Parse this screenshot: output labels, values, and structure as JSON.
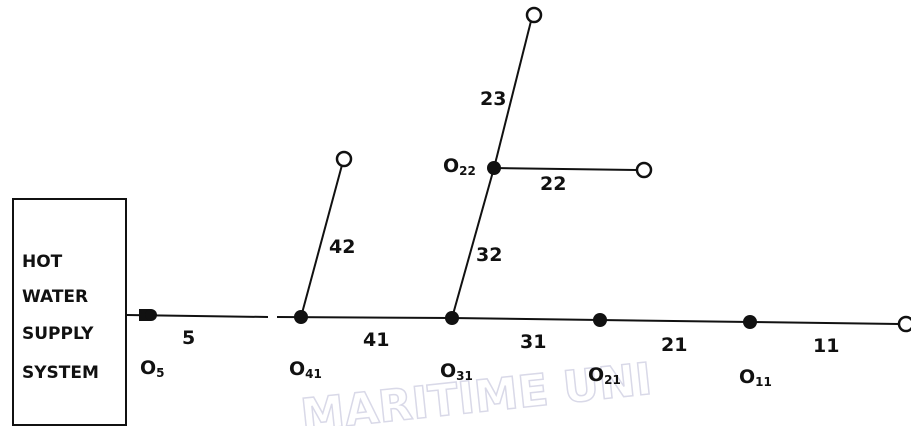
{
  "supply_box": {
    "lines": [
      "HOT",
      "WATER",
      "SUPPLY",
      "SYSTEM"
    ]
  },
  "segments": {
    "s5": "5",
    "s41": "41",
    "s42": "42",
    "s31": "31",
    "s32": "32",
    "s23": "23",
    "s22": "22",
    "s21": "21",
    "s11": "11"
  },
  "nodes": {
    "n5": {
      "main": "O",
      "sub": "5"
    },
    "n41": {
      "main": "O",
      "sub": "41"
    },
    "n31": {
      "main": "O",
      "sub": "31"
    },
    "n21": {
      "main": "O",
      "sub": "21"
    },
    "n11": {
      "main": "O",
      "sub": "11"
    },
    "n22": {
      "main": "O",
      "sub": "22"
    }
  },
  "watermark": "MARITIME UNI",
  "colors": {
    "ink": "#111111",
    "background": "#ffffff",
    "watermark": "#d9d9e8"
  }
}
